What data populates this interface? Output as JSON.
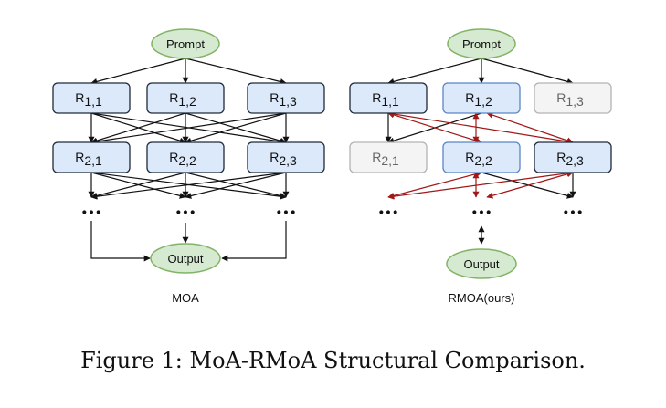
{
  "colors": {
    "node_fill_blue": "#dce9fb",
    "node_stroke_blue": "#5a86c7",
    "node_fill_grey": "#f4f4f4",
    "node_stroke_grey": "#b3b3b3",
    "oval_fill": "#d5ead0",
    "oval_stroke": "#82b366",
    "arrow_black": "#111111",
    "arrow_red": "#a01818"
  },
  "moa": {
    "panel_label": "MOA",
    "prompt": "Prompt",
    "output": "Output",
    "dots": "···",
    "nodes": [
      {
        "main": "R",
        "sub": "1,1"
      },
      {
        "main": "R",
        "sub": "1,2"
      },
      {
        "main": "R",
        "sub": "1,3"
      },
      {
        "main": "R",
        "sub": "2,1"
      },
      {
        "main": "R",
        "sub": "2,2"
      },
      {
        "main": "R",
        "sub": "2,3"
      }
    ]
  },
  "rmoa": {
    "panel_label": "RMOA(ours)",
    "prompt": "Prompt",
    "output": "Output",
    "dots": "···",
    "nodes": [
      {
        "main": "R",
        "sub": "1,1",
        "state": "selected"
      },
      {
        "main": "R",
        "sub": "1,2",
        "state": "selected"
      },
      {
        "main": "R",
        "sub": "1,3",
        "state": "dropped"
      },
      {
        "main": "R",
        "sub": "2,1",
        "state": "dropped"
      },
      {
        "main": "R",
        "sub": "2,2",
        "state": "selected"
      },
      {
        "main": "R",
        "sub": "2,3",
        "state": "selected"
      }
    ]
  },
  "caption": "Figure 1: MoA-RMoA Structural Comparison."
}
